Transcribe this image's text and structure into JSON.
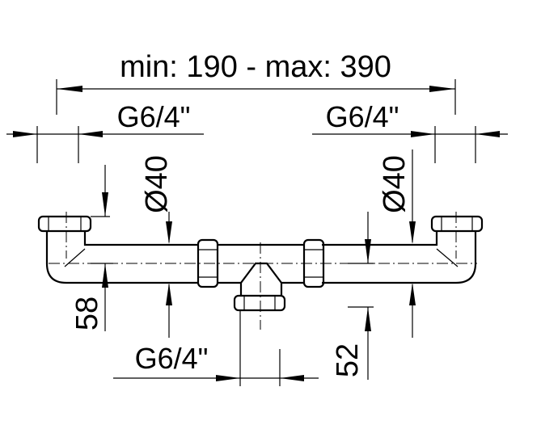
{
  "drawing": {
    "overall_dimension": "min: 190 - max: 390",
    "thread_left": "G6/4\"",
    "thread_right": "G6/4\"",
    "thread_bottom": "G6/4\"",
    "diameter_left": "Ø40",
    "diameter_right": "Ø40",
    "height_left": "58",
    "height_right": "52"
  },
  "colors": {
    "line": "#000000",
    "background": "#ffffff"
  }
}
